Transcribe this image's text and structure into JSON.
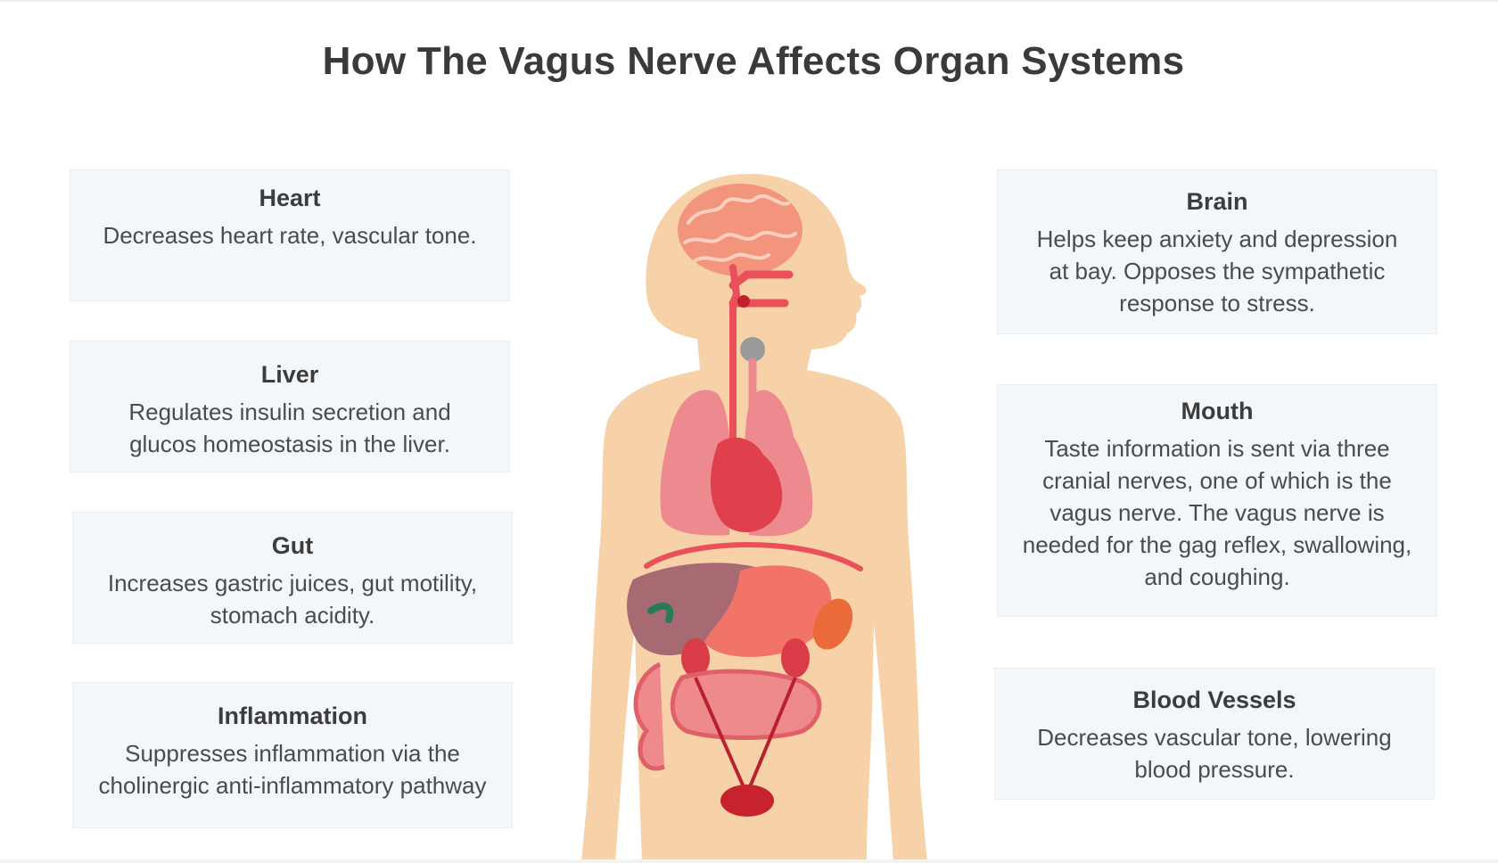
{
  "title": "How The Vagus Nerve Affects Organ Systems",
  "colors": {
    "card_bg": "#f4f7fa",
    "skin": "#f7d2a8",
    "organ_red": "#e9505a",
    "lung": "#ec8a8f",
    "liver": "#a86a72",
    "stomach": "#f27468",
    "spleen": "#ea6a3a",
    "trachea": "#9a9a9a",
    "brain": "#f2957c"
  },
  "left_cards": [
    {
      "title": "Heart",
      "lines": [
        "Decreases heart rate, vascular tone."
      ]
    },
    {
      "title": "Liver",
      "lines": [
        "Regulates insulin secretion and",
        "glucos homeostasis in the liver."
      ]
    },
    {
      "title": "Gut",
      "lines": [
        "Increases gastric juices, gut motility,",
        "stomach acidity."
      ]
    },
    {
      "title": "Inflammation",
      "lines": [
        "Suppresses inflammation via the",
        "cholinergic anti-inflammatory pathway"
      ]
    }
  ],
  "right_cards": [
    {
      "title": "Brain",
      "lines": [
        "Helps keep anxiety and depression",
        "at bay. Opposes the sympathetic",
        "response to stress."
      ]
    },
    {
      "title": "Mouth",
      "lines": [
        "Taste information is sent via three",
        "cranial nerves, one of which is the",
        "vagus nerve. The vagus nerve is",
        "needed for the gag reflex, swallowing,",
        "and coughing."
      ]
    },
    {
      "title": "Blood Vessels",
      "lines": [
        "Decreases vascular tone, lowering",
        "blood pressure."
      ]
    }
  ]
}
